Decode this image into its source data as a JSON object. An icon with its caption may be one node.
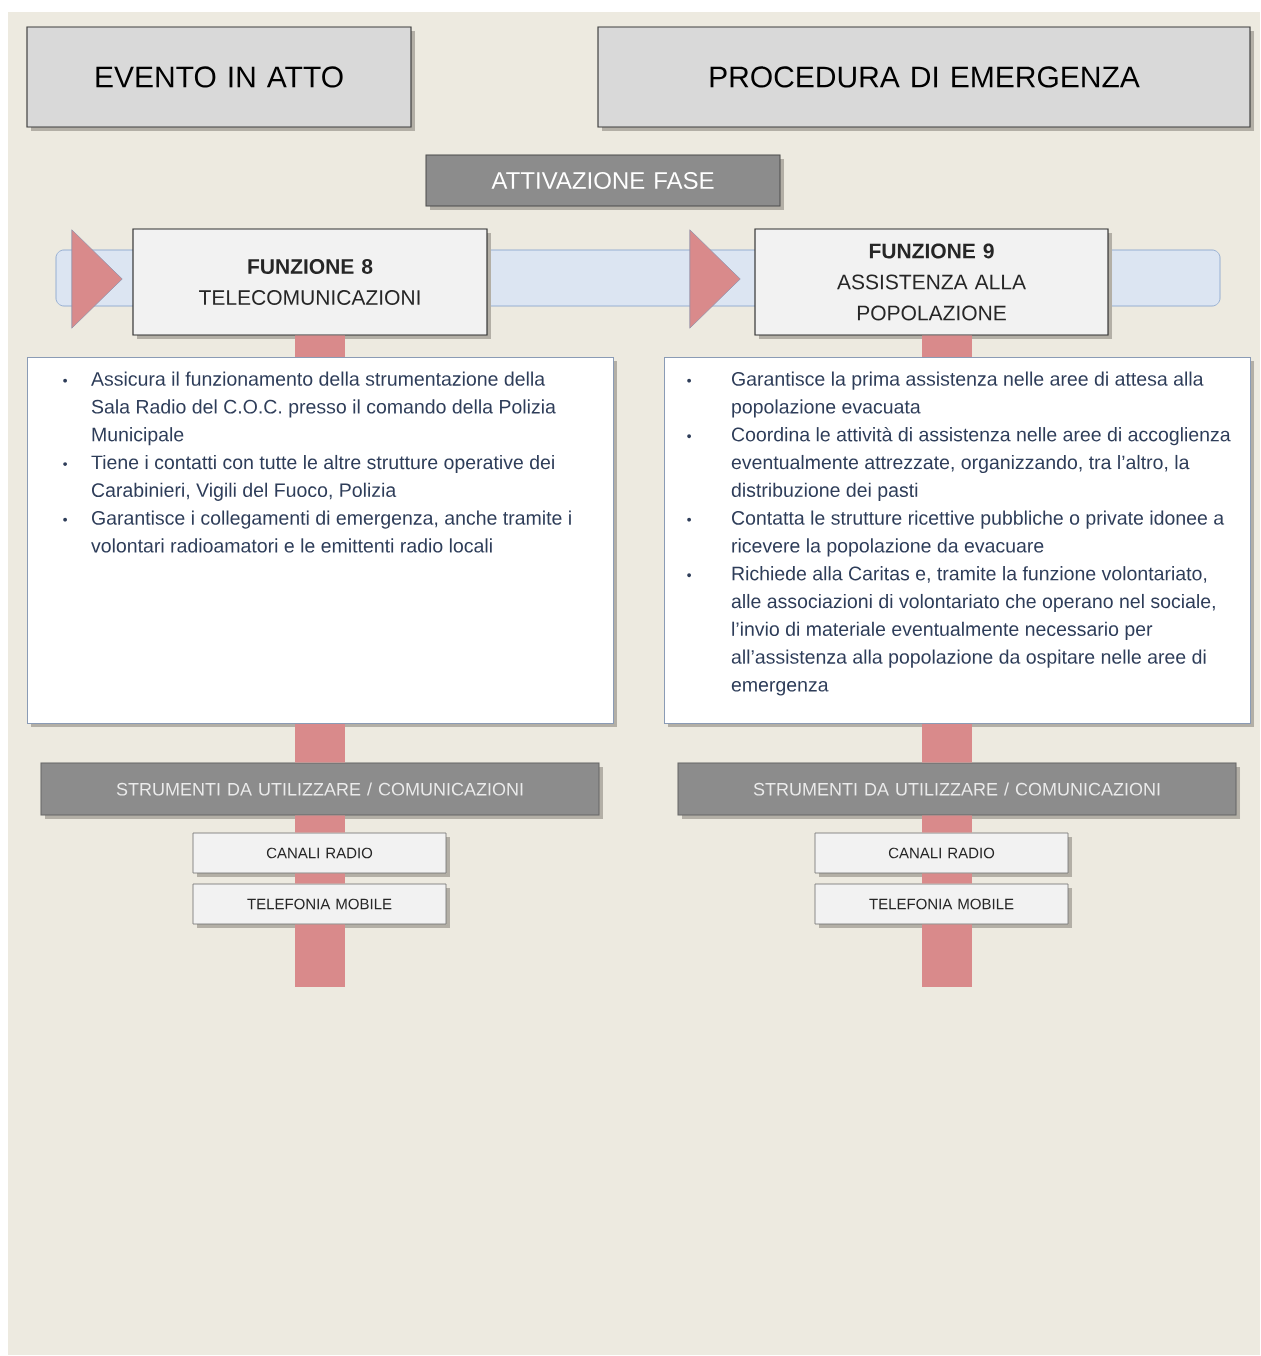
{
  "diagram": {
    "nodes": [
      {
        "text": [
          "EVENTO IN ATTO"
        ]
      },
      {
        "text": [
          "PROCEDURA DI EMERGENZA"
        ]
      },
      {
        "text": [
          "ATTIVAZIONE FASE"
        ]
      },
      {
        "text": [
          "FUNZIONE 8",
          "TELECOMUNICAZIONI"
        ]
      },
      {
        "text": [
          "Assicura il funzionamento della strumentazione della Sala Radio del C.O.C. presso il comando della Polizia Municipale",
          "Tiene i contatti con tutte le altre strutture operative dei Carabinieri, Vigili del Fuoco, Polizia",
          "Garantisce i collegamenti di emergenza, anche tramite i volontari radioamatori e le emittenti radio locali"
        ]
      },
      {
        "text": [
          "STRUMENTI DA UTILIZZARE / COMUNICAZIONI"
        ]
      },
      {
        "text": [
          "CANALI RADIO"
        ]
      },
      {
        "text": [
          "TELEFONIA MOBILE"
        ]
      },
      {
        "text": [
          "FUNZIONE 9",
          "ASSISTENZA ALLA POPOLAZIONE"
        ]
      },
      {
        "text": [
          "Garantisce la prima assistenza nelle aree di attesa alla popolazione evacuata",
          "Coordina le attività di assistenza nelle aree di accoglienza eventualmente attrezzate, organizzando, tra l’altro, la distribuzione dei pasti",
          "Contatta le strutture ricettive pubbliche o private idonee a ricevere la popolazione da evacuare",
          "Richiede alla Caritas e, tramite la funzione volontariato, alle associazioni di volontariato che operano nel sociale, l’invio di materiale eventualmente necessario per all’assistenza alla popolazione da ospitare nelle aree di emergenza"
        ]
      },
      {
        "text": [
          "STRUMENTI DA UTILIZZARE / COMUNICAZIONI"
        ]
      },
      {
        "text": [
          "CANALI RADIO"
        ]
      },
      {
        "text": [
          "TELEFONIA MOBILE"
        ]
      },
      {
        "text": [],
        "shape": "bar"
      },
      {
        "text": [],
        "shape": "triangle"
      },
      {
        "text": [],
        "shape": "triangle"
      }
    ],
    "edges": [
      {
        "from": 3,
        "to": 4,
        "arrow": "none"
      },
      {
        "from": 4,
        "to": 5,
        "arrow": "none"
      },
      {
        "from": 5,
        "to": 6,
        "arrow": "none"
      },
      {
        "from": 6,
        "to": 7,
        "arrow": "none"
      },
      {
        "from": 7,
        "to": null,
        "arrow": "none"
      },
      {
        "from": 8,
        "to": 9,
        "arrow": "none"
      },
      {
        "from": 9,
        "to": 10,
        "arrow": "none"
      },
      {
        "from": 10,
        "to": 11,
        "arrow": "none"
      },
      {
        "from": 11,
        "to": 12,
        "arrow": "none"
      },
      {
        "from": 12,
        "to": null,
        "arrow": "none"
      }
    ]
  }
}
